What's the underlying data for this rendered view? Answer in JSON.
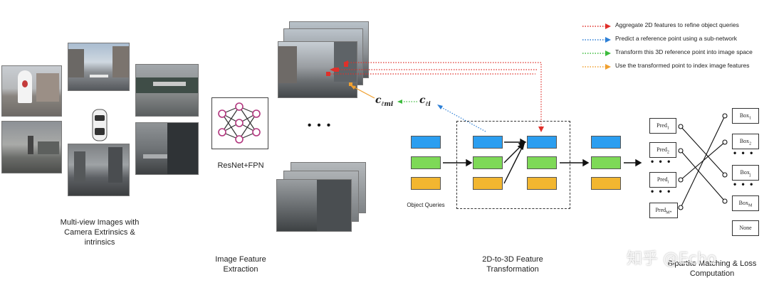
{
  "legend": {
    "items": [
      {
        "text": "Aggregate 2D features to refine object queries",
        "color": "#e0302a"
      },
      {
        "text": "Predict a reference point using a sub-network",
        "color": "#2d7fd6"
      },
      {
        "text": "Transform this 3D reference point into image space",
        "color": "#3dbb3d"
      },
      {
        "text": "Use the transformed point to index image features",
        "color": "#f0a030"
      }
    ]
  },
  "captions": {
    "multiview": "Multi-view Images with Camera Extrinsics & intrinsics",
    "backbone": "ResNet+FPN",
    "feature_extraction": "Image Feature Extraction",
    "transformation": "2D-to-3D Feature Transformation",
    "matching": "Bipartite Matching & Loss Computation",
    "object_queries": "Object Queries"
  },
  "coords": {
    "c_lmi_base": "c",
    "c_lmi_sub": "ℓmi",
    "c_li_base": "c",
    "c_li_sub": "ℓi"
  },
  "ellipsis": "• • •",
  "predictions": [
    {
      "base": "Pred",
      "sub": "1"
    },
    {
      "base": "Pred",
      "sub": "2"
    },
    {
      "base": "Pred",
      "sub": "i"
    },
    {
      "base": "Pred",
      "sub": "M*"
    }
  ],
  "boxes": [
    {
      "base": "Box",
      "sub": "1"
    },
    {
      "base": "Box",
      "sub": "2"
    },
    {
      "base": "Box",
      "sub": "j"
    },
    {
      "base": "Box",
      "sub": "M"
    },
    {
      "base": "None",
      "sub": ""
    }
  ],
  "watermark": "知乎 @Echo",
  "colors": {
    "query_blue": "#2b9ef0",
    "query_green": "#7ed957",
    "query_yellow": "#f2b630"
  }
}
